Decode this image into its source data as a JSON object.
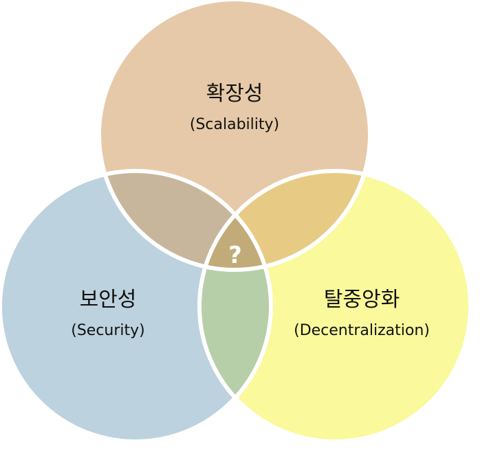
{
  "diagram": {
    "type": "venn-3",
    "center_label": "?",
    "sets": [
      {
        "id": "scalability",
        "title": "확장성",
        "subtitle": "(Scalability)",
        "color": "#e6c9a8"
      },
      {
        "id": "security",
        "title": "보안성",
        "subtitle": "(Security)",
        "color": "#bcd2de"
      },
      {
        "id": "decentralization",
        "title": "탈중앙화",
        "subtitle": "(Decentralization)",
        "color": "#faf99c"
      }
    ],
    "overlap_colors": {
      "scalability_security": "#c7b69c",
      "scalability_decentralization": "#e7ca84",
      "security_decentralization": "#b6cfa8",
      "all_three": "#c1ab78"
    },
    "outline_color": "#ffffff"
  }
}
